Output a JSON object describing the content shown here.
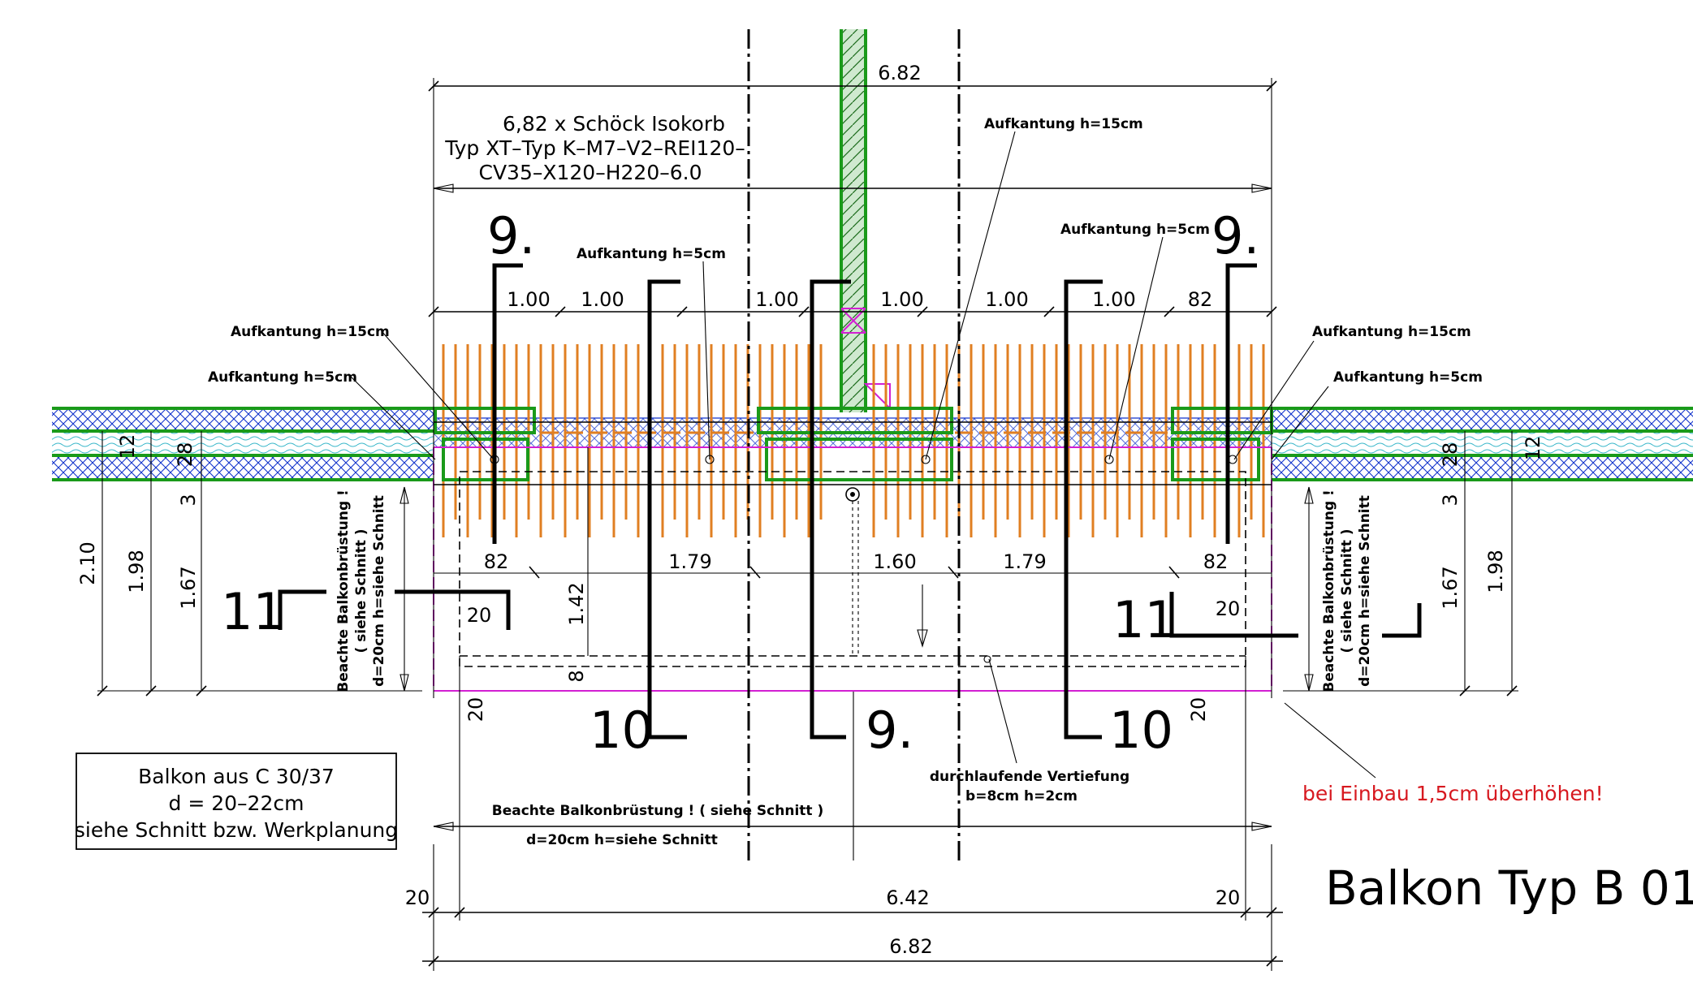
{
  "drawing_title": "Balkon Typ  B 01",
  "isokorb_label": {
    "line1": "6,82  x Schöck Isokorb",
    "line2": "Typ  XT–Typ K–M7–V2–REI120–",
    "line3": "CV35–X120–H220–6.0"
  },
  "material_box": {
    "line1": "Balkon  aus  C 30/37",
    "line2": "d = 20–22cm",
    "line3": "siehe Schnitt bzw. Werkplanung"
  },
  "camber_note": "bei Einbau 1,5cm überhöhen!",
  "annotations": {
    "aufkantung_15": "Aufkantung h=15cm",
    "aufkantung_5": "Aufkantung h=5cm",
    "brustung_line1": "Beachte Balkonbrüstung !  ( siehe Schnitt )",
    "brustung_line2": "d=20cm  h=siehe Schnitt",
    "brustung_vert1": "Beachte Balkonbrüstung !",
    "brustung_vert2": "( siehe Schnitt )",
    "brustung_vert3": "d=20cm  h=siehe Schnitt",
    "vertiefung_line1": "durchlaufende Vertiefung",
    "vertiefung_line2": "b=8cm  h=2cm"
  },
  "section_marks": {
    "s9": "9.",
    "s10": "10",
    "s11": "11"
  },
  "dimensions": {
    "top_total": "6.82",
    "top_segments": [
      "1.00",
      "1.00",
      "1.00",
      "1.00",
      "1.00",
      "1.00",
      "82"
    ],
    "inner_segments": [
      "82",
      "1.79",
      "1.60",
      "1.79",
      "82"
    ],
    "d142": "1.42",
    "d8": "8",
    "d20": "20",
    "left_vertical": [
      "2.10",
      "1.98",
      "1.67",
      "12",
      "28",
      "3"
    ],
    "right_vertical": [
      "1.98",
      "1.67",
      "12",
      "28",
      "3"
    ],
    "bottom_edge_left": "20",
    "bottom_mid": "6.42",
    "bottom_edge_right": "20",
    "bottom_total": "6.82"
  },
  "colors": {
    "wall_outline": "#1a9a1a",
    "insulation": "#1133cc",
    "rebar": "#e07f22",
    "slab_outline": "#d21fd2",
    "note_red": "#d71920"
  }
}
